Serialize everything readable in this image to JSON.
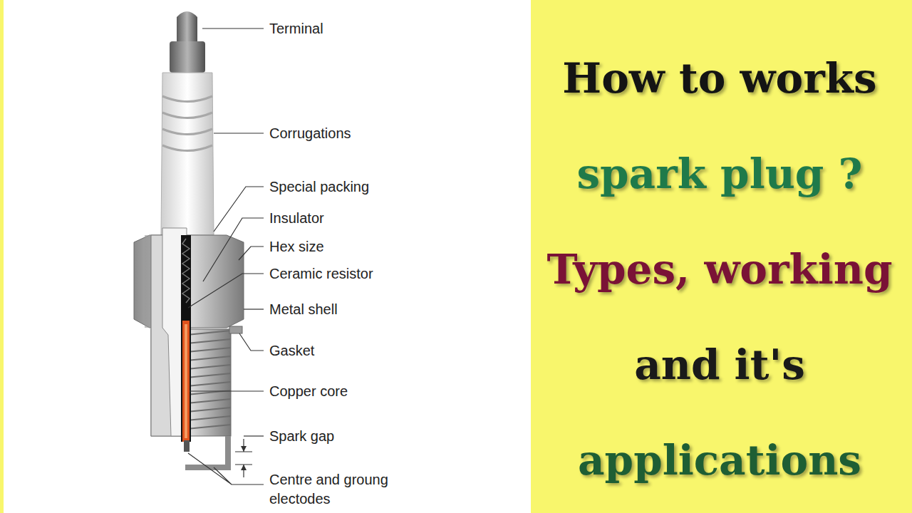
{
  "diagram": {
    "title": "How to works spark plug ? Types, working and it's applications",
    "labels": [
      "Terminal",
      "Corrugations",
      "Special packing",
      "Insulator",
      "Hex size",
      "Ceramic resistor",
      "Metal shell",
      "Gasket",
      "Copper core",
      "Spark gap",
      "Centre and groung electodes"
    ]
  }
}
